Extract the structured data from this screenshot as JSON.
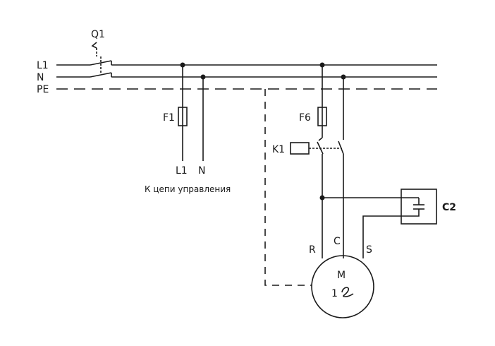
{
  "buses": {
    "l1": "L1",
    "n": "N",
    "pe": "PE"
  },
  "breaker": {
    "label": "Q1"
  },
  "fuse_control": {
    "label": "F1"
  },
  "fuse_motor": {
    "label": "F6"
  },
  "contactor": {
    "label": "K1"
  },
  "control_outputs": {
    "l1": "L1",
    "n": "N",
    "caption": "К цепи управления"
  },
  "capacitor": {
    "label": "C2"
  },
  "motor": {
    "terminal_r": "R",
    "terminal_c": "C",
    "terminal_s": "S",
    "symbol": "M",
    "phase": "1"
  }
}
